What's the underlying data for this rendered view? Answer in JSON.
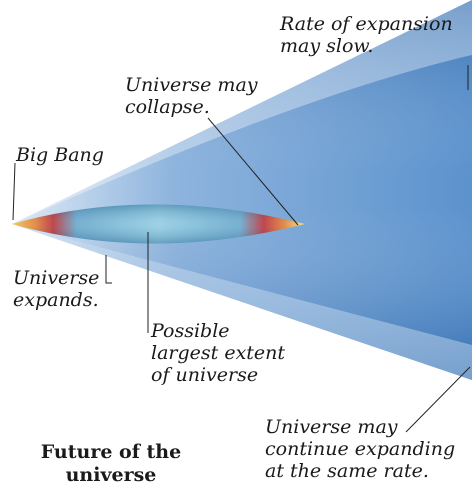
{
  "labels": {
    "rate_slow": [
      "Rate of expansion",
      "may slow."
    ],
    "may_collapse": [
      "Universe may",
      "collapse."
    ],
    "big_bang": [
      "Big Bang"
    ],
    "expands": [
      "Universe",
      "expands."
    ],
    "largest_extent": [
      "Possible",
      "largest extent",
      "of universe"
    ],
    "same_rate": [
      "Universe may",
      "continue expanding",
      "at the same rate."
    ]
  },
  "caption": [
    "Future of the",
    "universe"
  ],
  "colors": {
    "cone_outer": "#4a86c5",
    "cone_inner": "#b7cfe8",
    "lens_core": "#7fc1de",
    "lens_red": "#b8252c",
    "lens_yellow": "#f2c13a",
    "leader_line": "#222222"
  }
}
